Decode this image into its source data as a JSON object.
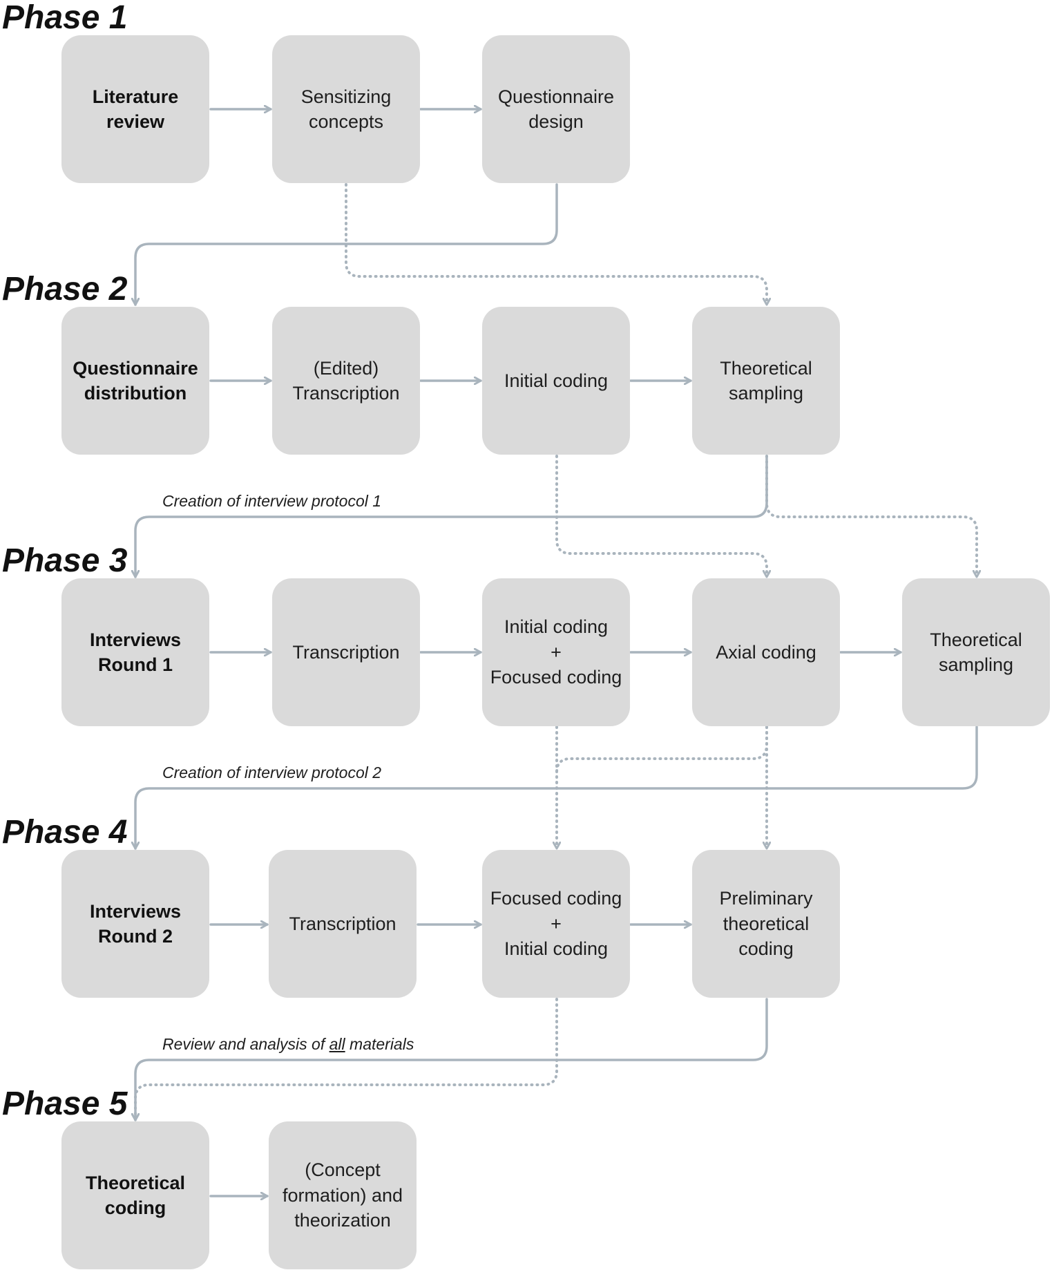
{
  "phases": [
    "Phase 1",
    "Phase 2",
    "Phase 3",
    "Phase 4",
    "Phase 5"
  ],
  "boxes": {
    "literature_review": "Literature\nreview",
    "sensitizing_concepts": "Sensitizing\nconcepts",
    "questionnaire_design": "Questionnaire\ndesign",
    "questionnaire_distribution": "Questionnaire\ndistribution",
    "edited_transcription": "(Edited)\nTranscription",
    "initial_coding_p2": "Initial coding",
    "theoretical_sampling_p2": "Theoretical\nsampling",
    "interviews_round_1": "Interviews\nRound 1",
    "transcription_p3": "Transcription",
    "initial_focused_coding_p3": "Initial coding\n+\nFocused coding",
    "axial_coding": "Axial coding",
    "theoretical_sampling_p3": "Theoretical\nsampling",
    "interviews_round_2": "Interviews\nRound 2",
    "transcription_p4": "Transcription",
    "focused_initial_coding_p4": "Focused coding\n+\nInitial coding",
    "preliminary_theoretical_coding": "Preliminary\ntheoretical\ncoding",
    "theoretical_coding": "Theoretical\ncoding",
    "concept_formation": "(Concept\nformation) and\ntheorization"
  },
  "labels": {
    "protocol_1": "Creation of interview protocol 1",
    "protocol_2": "Creation of interview protocol 2",
    "review_prefix": "Review and analysis of ",
    "review_emphasis": "all",
    "review_suffix": " materials"
  },
  "colors": {
    "box_fill": "#dadada",
    "connector": "#a9b4bd",
    "text": "#1e1e1e"
  }
}
